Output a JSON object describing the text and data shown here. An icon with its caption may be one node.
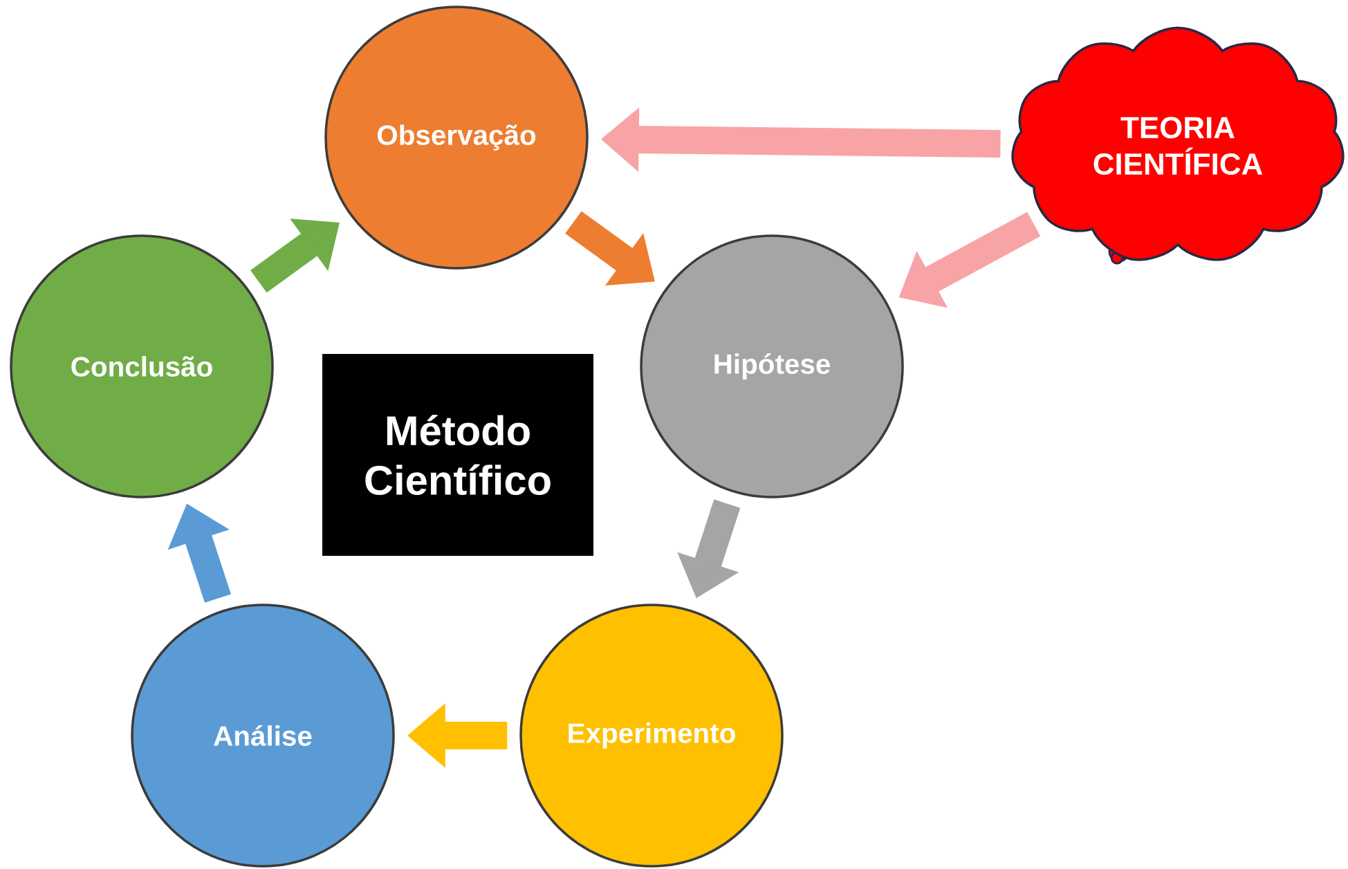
{
  "diagram": {
    "nodes": [
      {
        "text": [
          "Observação"
        ]
      },
      {
        "text": [
          "TEORIA CIENTÍFICA"
        ]
      },
      {
        "text": [
          "Conclusão"
        ]
      },
      {
        "text": [
          "Hipótese"
        ]
      },
      {
        "text": [
          "Método Científico"
        ]
      },
      {
        "text": [
          "Análise"
        ]
      },
      {
        "text": [
          "Experimento"
        ]
      }
    ],
    "edges": [
      {
        "from": 0,
        "to": 3,
        "arrow": "to",
        "color": "#ed7d31"
      },
      {
        "from": 3,
        "to": 6,
        "arrow": "to",
        "color": "#a5a5a5"
      },
      {
        "from": 6,
        "to": 5,
        "arrow": "to",
        "color": "#ffc000"
      },
      {
        "from": 5,
        "to": 2,
        "arrow": "to",
        "color": "#5b9bd5"
      },
      {
        "from": 2,
        "to": 0,
        "arrow": "to",
        "color": "#70ad47"
      },
      {
        "from": 1,
        "to": 0,
        "arrow": "to",
        "color": "#f8a4a6"
      },
      {
        "from": 1,
        "to": 3,
        "arrow": "to",
        "color": "#f8a4a6"
      }
    ]
  }
}
